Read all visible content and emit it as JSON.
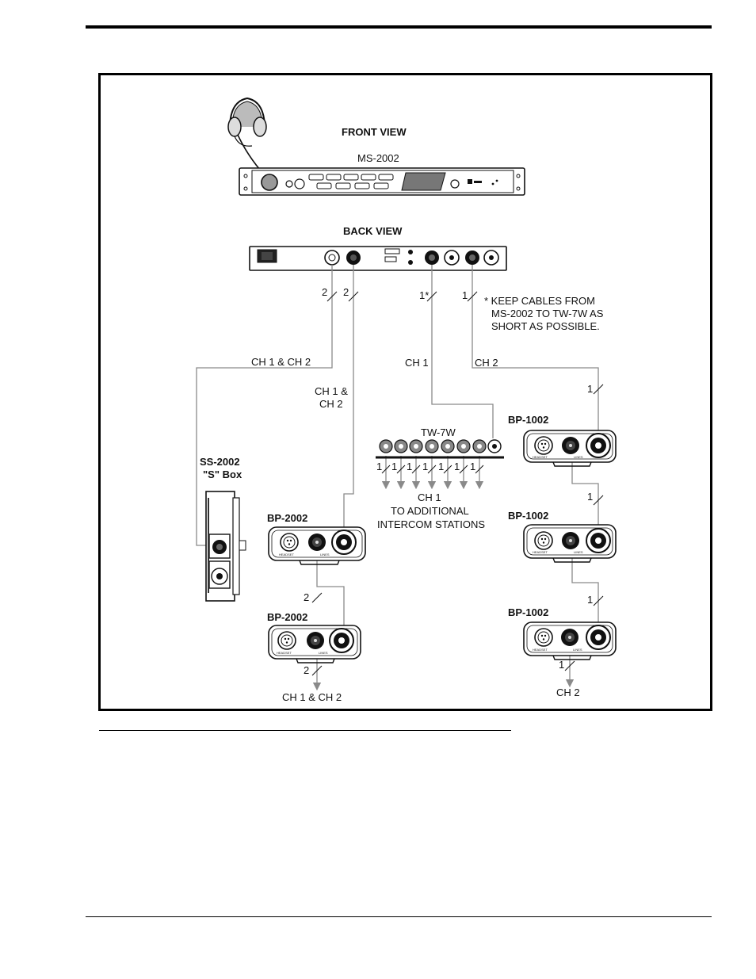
{
  "labels": {
    "front_view": "FRONT VIEW",
    "ms_model": "MS-2002",
    "back_view": "BACK VIEW",
    "cable_note": [
      "* KEEP CABLES FROM",
      "MS-2002 TO TW-7W AS",
      "SHORT AS POSSIBLE."
    ],
    "ch1_ch2": "CH 1 & CH 2",
    "ch1_amp": "CH 1 &",
    "ch2": "CH 2",
    "ch1": "CH 1",
    "ss_model": "SS-2002",
    "s_box": "\"S\" Box",
    "bp2002": "BP-2002",
    "bp1002": "BP-1002",
    "tw_model": "TW-7W",
    "additional": [
      "CH 1",
      "TO ADDITIONAL",
      "INTERCOM STATIONS"
    ],
    "bottom_left": "CH 1 & CH 2",
    "bottom_right": "CH 2",
    "count_1": "1",
    "count_2": "2",
    "count_1_star": "1*",
    "headset_tag": "HEADSET",
    "lines_tag": "LINES"
  },
  "colors": {
    "wire": "#8a8a8a",
    "ink": "#111111",
    "panel": "#ffffff"
  }
}
